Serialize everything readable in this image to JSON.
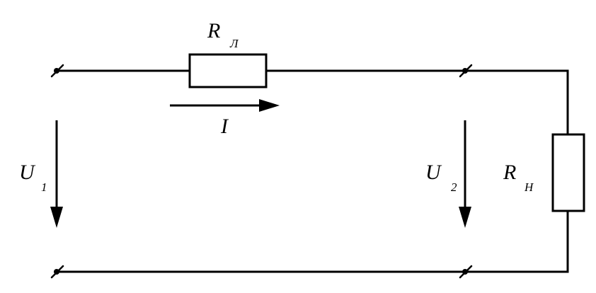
{
  "diagram": {
    "line_resistor": {
      "symbol": "R",
      "subscript": "Л"
    },
    "load_resistor": {
      "symbol": "R",
      "subscript": "Н"
    },
    "current": {
      "symbol": "I"
    },
    "input_voltage": {
      "symbol": "U",
      "subscript": "1"
    },
    "output_voltage": {
      "symbol": "U",
      "subscript": "2"
    }
  }
}
